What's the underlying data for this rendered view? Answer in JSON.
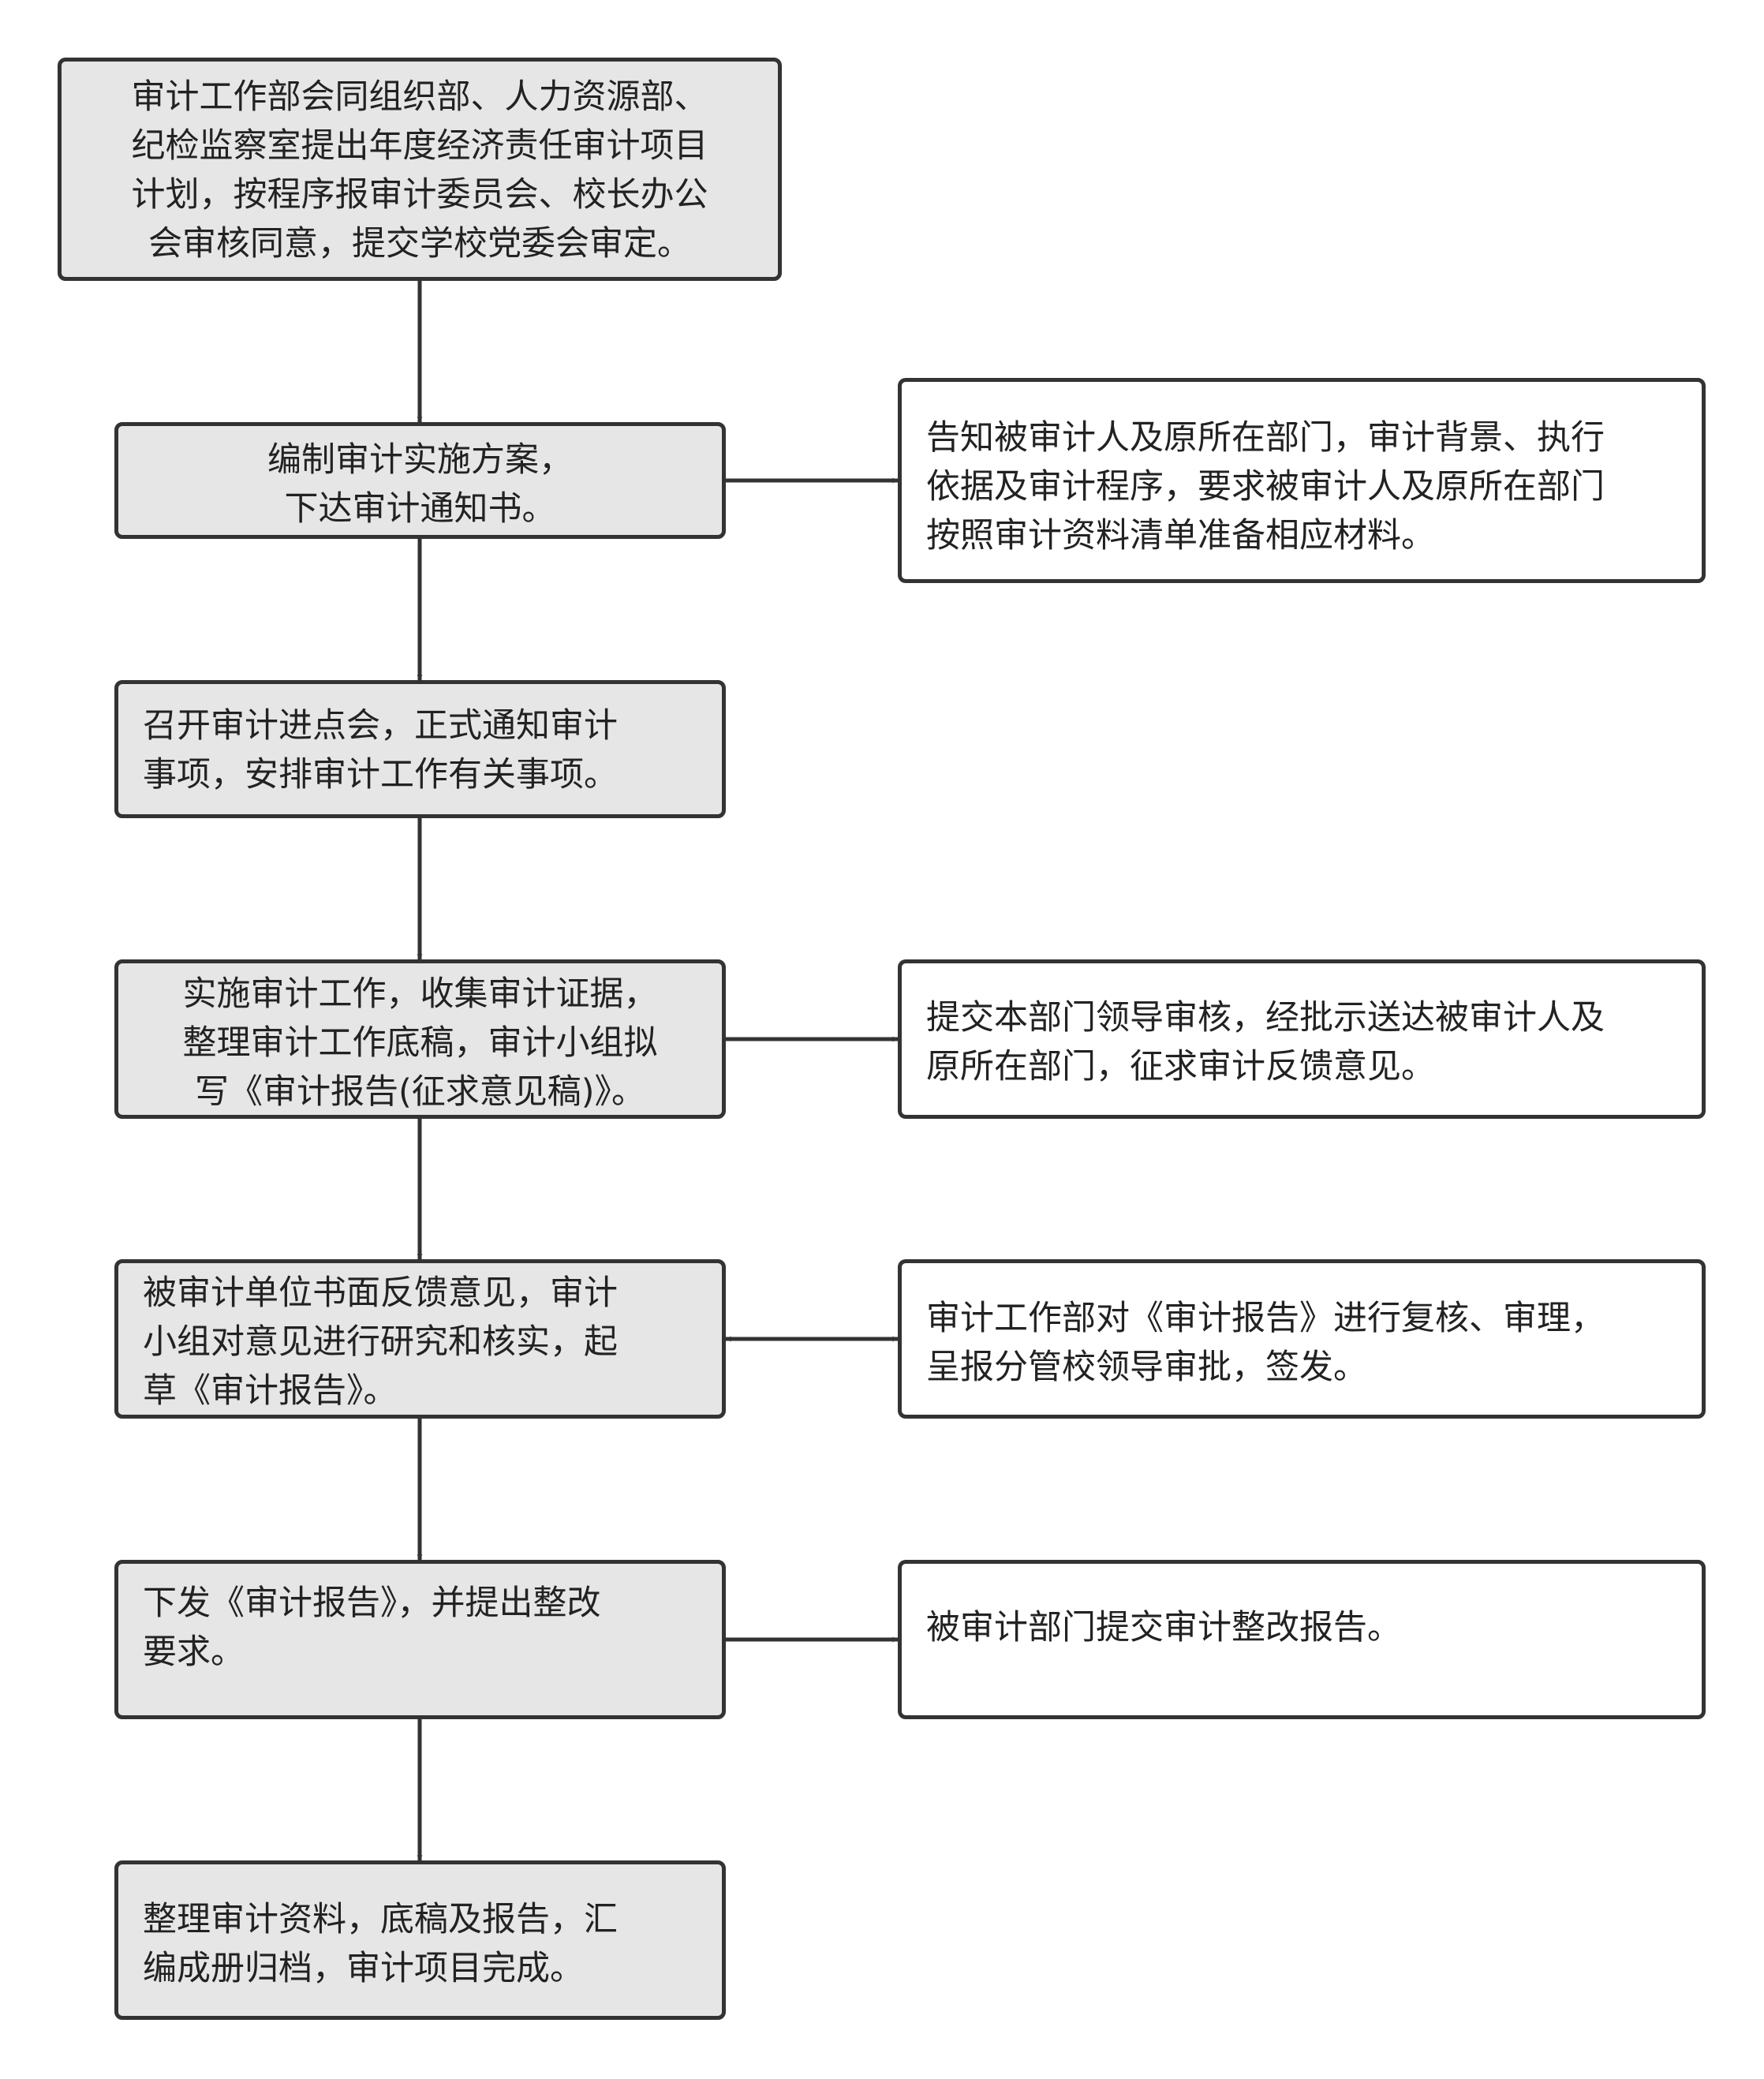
{
  "diagram": {
    "colors": {
      "gray_fill": "#e6e6e6",
      "white_fill": "#ffffff",
      "stroke": "#333333",
      "text": "#222222"
    },
    "main_steps": [
      {
        "id": "step1",
        "lines": [
          "审计工作部会同组织部、人力资源部、",
          "纪检监察室提出年度经济责任审计项目",
          "计划，按程序报审计委员会、校长办公",
          "会审核同意，提交学校党委会审定。"
        ]
      },
      {
        "id": "step2",
        "lines": [
          "编制审计实施方案，",
          "下达审计通知书。"
        ]
      },
      {
        "id": "step3",
        "lines": [
          "召开审计进点会，正式通知审计",
          "事项，安排审计工作有关事项。"
        ]
      },
      {
        "id": "step4",
        "lines": [
          "实施审计工作，收集审计证据，",
          "整理审计工作底稿，审计小组拟",
          "写《审计报告(征求意见稿)》。"
        ]
      },
      {
        "id": "step5",
        "lines": [
          "被审计单位书面反馈意见，审计",
          "小组对意见进行研究和核实，起",
          "草《审计报告》。"
        ]
      },
      {
        "id": "step6",
        "lines": [
          "下发《审计报告》，并提出整改",
          "要求。"
        ]
      },
      {
        "id": "step7",
        "lines": [
          "整理审计资料，底稿及报告，汇",
          "编成册归档，审计项目完成。"
        ]
      }
    ],
    "side_notes": [
      {
        "id": "note1",
        "lines": [
          "告知被审计人及原所在部门，审计背景、执行",
          "依据及审计程序，要求被审计人及原所在部门",
          "按照审计资料清单准备相应材料。"
        ]
      },
      {
        "id": "note2",
        "lines": [
          "提交本部门领导审核，经批示送达被审计人及",
          "原所在部门，征求审计反馈意见。"
        ]
      },
      {
        "id": "note3",
        "lines": [
          "审计工作部对《审计报告》进行复核、审理，",
          "呈报分管校领导审批，签发。"
        ]
      },
      {
        "id": "note4",
        "lines": [
          "被审计部门提交审计整改报告。"
        ]
      }
    ]
  }
}
